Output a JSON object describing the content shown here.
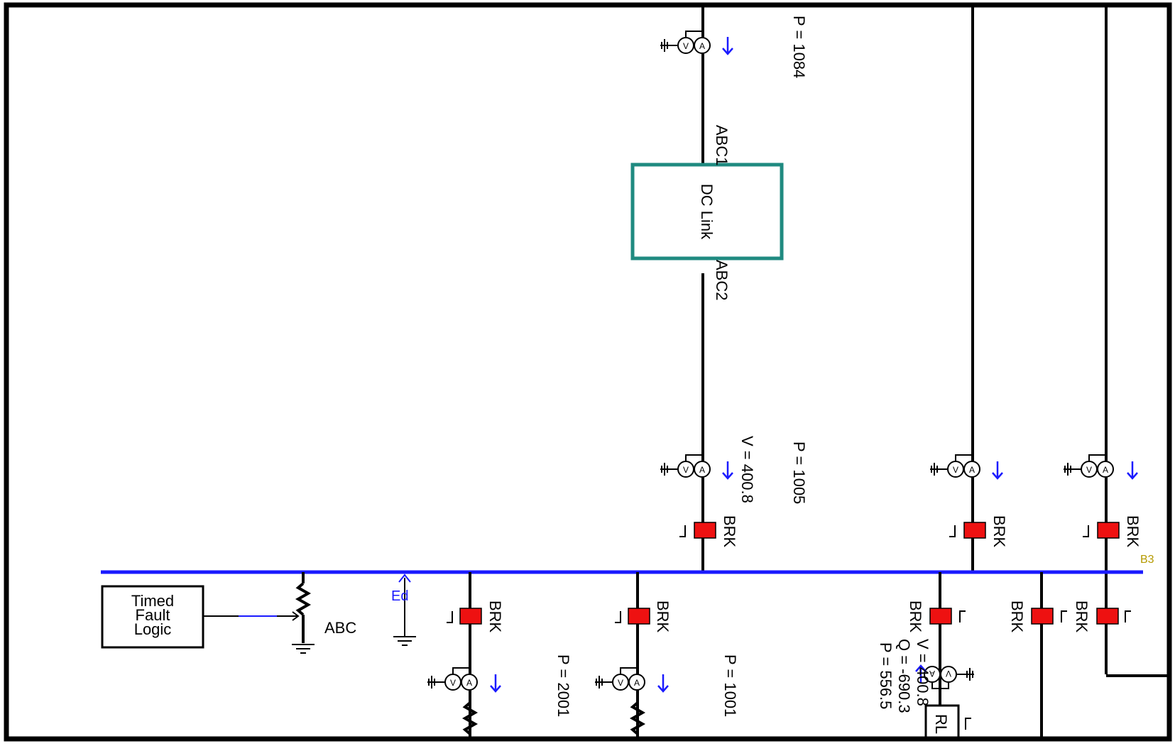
{
  "diagram": {
    "dc_link": {
      "label": "DC Link",
      "port_top": "ABC1",
      "port_bottom": "ABC2"
    },
    "bus_label": "B3",
    "breaker_label": "BRK",
    "fault": {
      "logic_line1": "Timed",
      "logic_line2": "Fault",
      "logic_line3": "Logic",
      "phase_label": "ABC"
    },
    "ground_label": "Ed",
    "load_label": "RL",
    "meter_v": "V",
    "meter_a": "A",
    "readings": {
      "p_top": "P = 1084",
      "v_upper": "V = 400.8",
      "p_upper": "P = 1005",
      "p_feeder_a": "P = 2001",
      "p_feeder_b": "P = 1001",
      "p_load": "P = 556.5",
      "q_load": "Q = -690.3",
      "v_load": "V = 400.8"
    },
    "colors": {
      "bus": "#1a1aff",
      "breaker": "#ee1111",
      "dc_link_border": "#1f8a80",
      "frame": "#000000"
    }
  }
}
